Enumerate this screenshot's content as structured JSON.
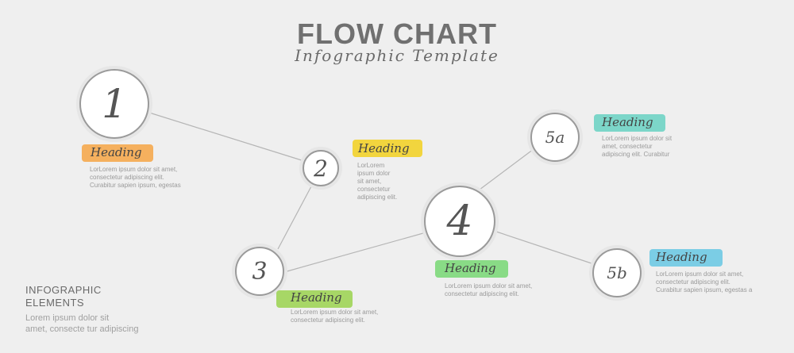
{
  "header": {
    "title": "FLOW CHART",
    "subtitle": "Infographic Template"
  },
  "nodes": [
    {
      "id": "1",
      "label": "1"
    },
    {
      "id": "2",
      "label": "2"
    },
    {
      "id": "3",
      "label": "3"
    },
    {
      "id": "4",
      "label": "4"
    },
    {
      "id": "5a",
      "label": "5a"
    },
    {
      "id": "5b",
      "label": "5b"
    }
  ],
  "blocks": {
    "b1": {
      "heading": "Heading",
      "color": "#f5a94e",
      "lines": [
        "LorLorem ipsum dolor sit amet,",
        "consectetur adipiscing elit.",
        "Curabitur sapien ipsum, egestas"
      ]
    },
    "b2": {
      "heading": "Heading",
      "color": "#f2d22a",
      "lines": [
        "LorLorem",
        "ipsum dolor",
        "sit amet,",
        "consectetur",
        "adipiscing elit."
      ]
    },
    "b3": {
      "heading": "Heading",
      "color": "#9fd457",
      "lines": [
        "LorLorem ipsum dolor sit amet,",
        "consectetur adipiscing elit."
      ]
    },
    "b4": {
      "heading": "Heading",
      "color": "#7dd87a",
      "lines": [
        "LorLorem ipsum dolor sit amet,",
        "consectetur adipiscing elit."
      ]
    },
    "b5a": {
      "heading": "Heading",
      "color": "#6fd3c4",
      "lines": [
        "LorLorem ipsum dolor sit",
        "amet, consectetur",
        "adipiscing elit. Curabitur"
      ]
    },
    "b5b": {
      "heading": "Heading",
      "color": "#6ec9e3",
      "lines": [
        "LorLorem ipsum dolor sit amet,",
        "consectetur adipiscing elit.",
        "Curabitur sapien ipsum, egestas a"
      ]
    }
  },
  "sidebar": {
    "title_lines": [
      "INFOGRAPHIC",
      "ELEMENTS"
    ],
    "desc_lines": [
      "Lorem ipsum dolor sit",
      "amet, consecte tur adipiscing"
    ]
  }
}
